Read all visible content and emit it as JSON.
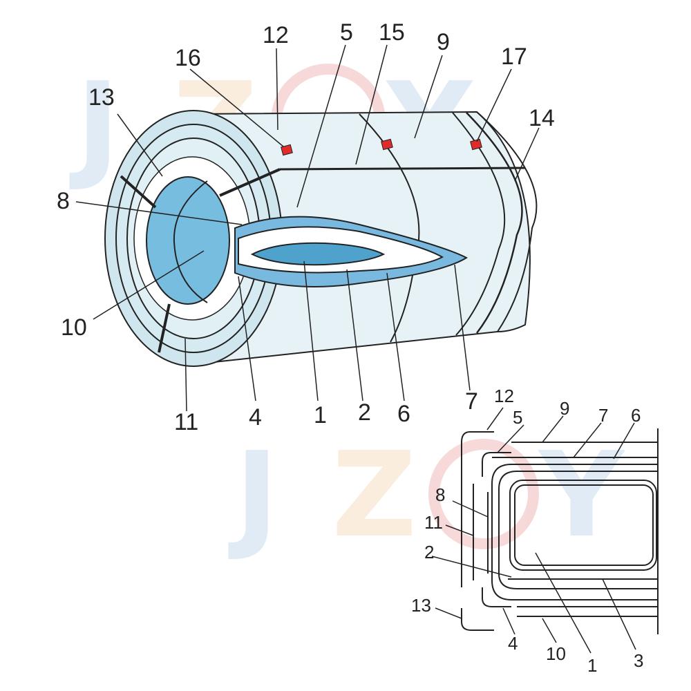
{
  "colors": {
    "outer_shell": "#d2e8ee",
    "core_light": "#b6dfea",
    "core_dark": "#6cb7da",
    "sheath_blue": "#79b9e0",
    "inner_core": "#4ea2cb",
    "line": "#222222",
    "marker": "#e02b2b",
    "watermark_blue": "#c9dced",
    "watermark_orange": "#f7dfc3",
    "watermark_red": "#f1b9b9"
  },
  "watermark": {
    "letters": [
      "J",
      "Z",
      "Y"
    ]
  },
  "main_labels": {
    "l1": "1",
    "l2": "2",
    "l4": "4",
    "l5": "5",
    "l6": "6",
    "l7": "7",
    "l8": "8",
    "l9": "9",
    "l10": "10",
    "l11": "11",
    "l12": "12",
    "l13": "13",
    "l14": "14",
    "l15": "15",
    "l16": "16",
    "l17": "17"
  },
  "section_labels": {
    "l12": "12",
    "l5": "5",
    "l9": "9",
    "l7": "7",
    "l6": "6",
    "l8": "8",
    "l11": "11",
    "l2": "2",
    "l13": "13",
    "l4": "4",
    "l10": "10",
    "l1": "1",
    "l3": "3"
  }
}
